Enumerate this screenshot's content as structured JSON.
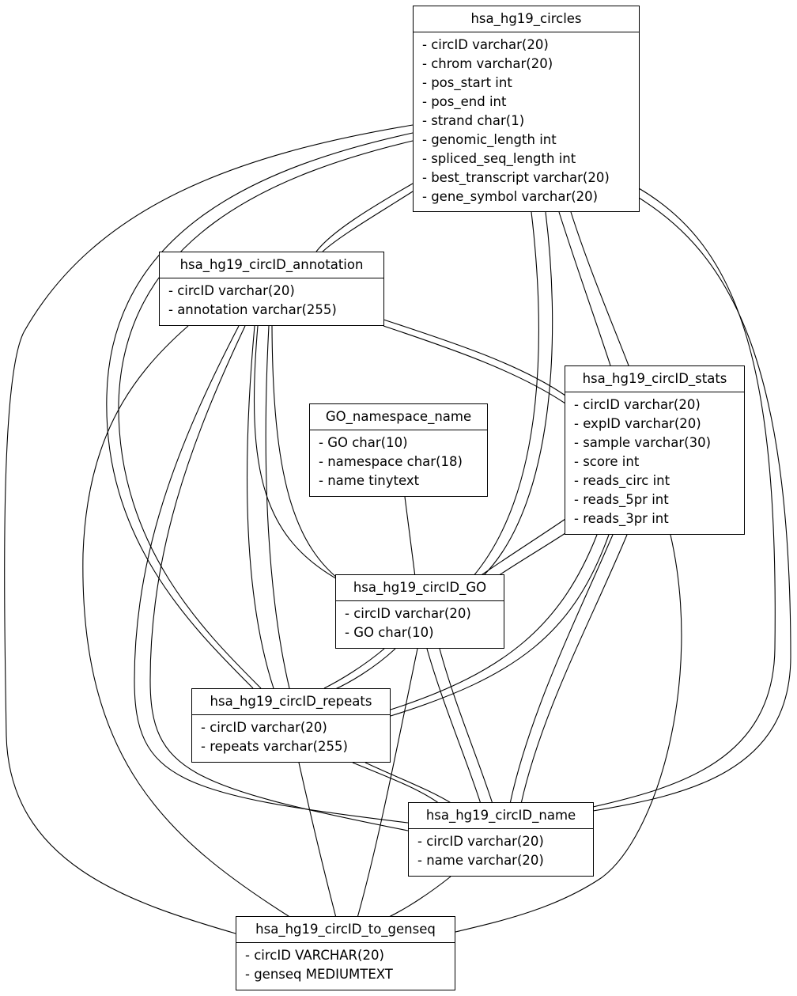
{
  "tables": [
    {
      "id": "circles",
      "name": "hsa_hg19_circles",
      "fields": [
        "- circID varchar(20)",
        "- chrom varchar(20)",
        "- pos_start int",
        "- pos_end int",
        "- strand char(1)",
        "- genomic_length int",
        "- spliced_seq_length int",
        "- best_transcript varchar(20)",
        "- gene_symbol varchar(20)"
      ]
    },
    {
      "id": "annotation",
      "name": "hsa_hg19_circID_annotation",
      "fields": [
        "- circID varchar(20)",
        "- annotation varchar(255)"
      ]
    },
    {
      "id": "stats",
      "name": "hsa_hg19_circID_stats",
      "fields": [
        "- circID varchar(20)",
        "- expID varchar(20)",
        "- sample varchar(30)",
        "- score int",
        "- reads_circ int",
        "- reads_5pr int",
        "- reads_3pr int"
      ]
    },
    {
      "id": "goname",
      "name": "GO_namespace_name",
      "fields": [
        "- GO char(10)",
        "- namespace char(18)",
        "- name tinytext"
      ]
    },
    {
      "id": "go",
      "name": "hsa_hg19_circID_GO",
      "fields": [
        "- circID varchar(20)",
        "- GO char(10)"
      ]
    },
    {
      "id": "repeats",
      "name": "hsa_hg19_circID_repeats",
      "fields": [
        "- circID varchar(20)",
        "- repeats varchar(255)"
      ]
    },
    {
      "id": "cname",
      "name": "hsa_hg19_circID_name",
      "fields": [
        "- circID varchar(20)",
        "- name varchar(20)"
      ]
    },
    {
      "id": "genseq",
      "name": "hsa_hg19_circID_to_genseq",
      "fields": [
        "- circID VARCHAR(20)",
        "- genseq MEDIUMTEXT"
      ]
    }
  ],
  "relations": [
    {
      "from": "circles",
      "to": "annotation",
      "lines": 2
    },
    {
      "from": "circles",
      "to": "stats",
      "lines": 2
    },
    {
      "from": "circles",
      "to": "go",
      "lines": 2
    },
    {
      "from": "circles",
      "to": "repeats",
      "lines": 2
    },
    {
      "from": "circles",
      "to": "cname",
      "lines": 2
    },
    {
      "from": "circles",
      "to": "genseq",
      "lines": 1
    },
    {
      "from": "annotation",
      "to": "stats",
      "lines": 2
    },
    {
      "from": "annotation",
      "to": "go",
      "lines": 2
    },
    {
      "from": "annotation",
      "to": "repeats",
      "lines": 2
    },
    {
      "from": "annotation",
      "to": "cname",
      "lines": 2
    },
    {
      "from": "annotation",
      "to": "genseq",
      "lines": 1
    },
    {
      "from": "goname",
      "to": "go",
      "lines": 1
    },
    {
      "from": "stats",
      "to": "go",
      "lines": 2
    },
    {
      "from": "stats",
      "to": "repeats",
      "lines": 2
    },
    {
      "from": "stats",
      "to": "cname",
      "lines": 2
    },
    {
      "from": "stats",
      "to": "genseq",
      "lines": 1
    },
    {
      "from": "go",
      "to": "repeats",
      "lines": 2
    },
    {
      "from": "go",
      "to": "cname",
      "lines": 2
    },
    {
      "from": "go",
      "to": "genseq",
      "lines": 1
    },
    {
      "from": "repeats",
      "to": "cname",
      "lines": 2
    },
    {
      "from": "repeats",
      "to": "genseq",
      "lines": 1
    },
    {
      "from": "cname",
      "to": "genseq",
      "lines": 1
    }
  ]
}
